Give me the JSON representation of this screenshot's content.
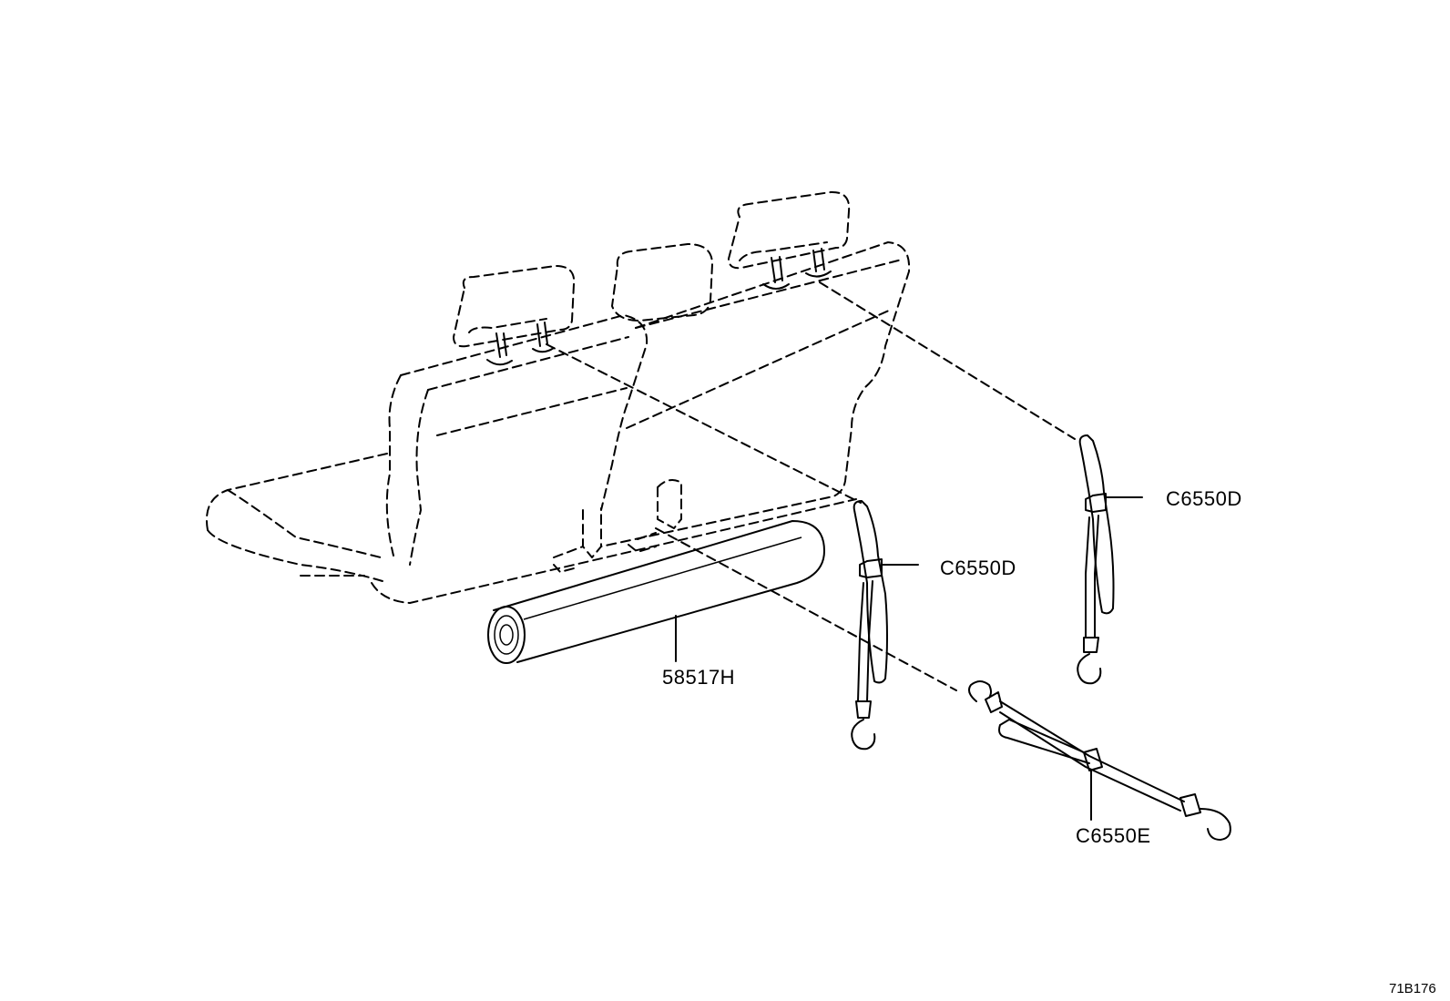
{
  "parts": {
    "strap_upper_right": "C6550D",
    "strap_middle": "C6550D",
    "strap_lower": "C6550E",
    "roll_cover": "58517H"
  },
  "illustration_ref": "71B176"
}
